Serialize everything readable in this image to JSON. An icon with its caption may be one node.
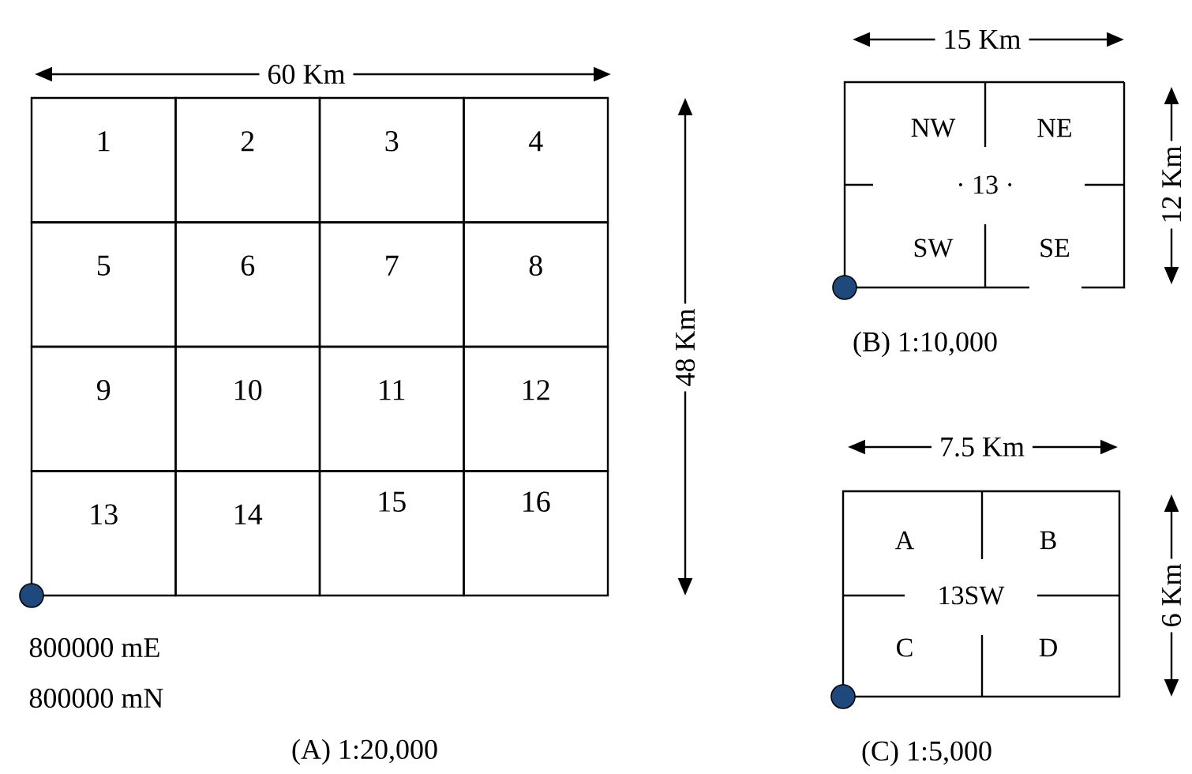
{
  "diagram": {
    "nodes": [
      {
        "text": [
          "1"
        ]
      },
      {
        "text": [
          "2"
        ]
      },
      {
        "text": [
          "3"
        ]
      },
      {
        "text": [
          "4"
        ]
      },
      {
        "text": [
          "5"
        ]
      },
      {
        "text": [
          "6"
        ]
      },
      {
        "text": [
          "7"
        ]
      },
      {
        "text": [
          "8"
        ]
      },
      {
        "text": [
          "9"
        ]
      },
      {
        "text": [
          "10"
        ]
      },
      {
        "text": [
          "11"
        ]
      },
      {
        "text": [
          "12"
        ]
      },
      {
        "text": [
          "13"
        ]
      },
      {
        "text": [
          "14"
        ]
      },
      {
        "text": [
          "15"
        ]
      },
      {
        "text": [
          "16"
        ]
      },
      {
        "text": [
          "NW",
          "NE",
          "· 13 ·",
          "SW",
          "SE"
        ]
      },
      {
        "text": [
          "A",
          "B",
          "13SW",
          "C",
          "D"
        ]
      }
    ],
    "labels": [
      "60 Km",
      "15 Km",
      "48 Km",
      "12 Km",
      "(B) 1:10,000",
      "7.5 Km",
      "6 Km",
      "800000 mE",
      "800000 mN",
      "(A) 1:20,000",
      "(C) 1:5,000"
    ]
  }
}
